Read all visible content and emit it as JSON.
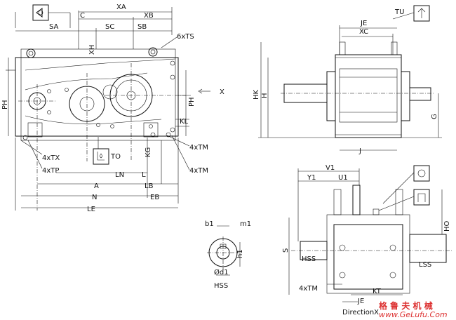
{
  "labels": {
    "xa": "XA",
    "c": "C",
    "xb": "XB",
    "sa": "SA",
    "sc": "SC",
    "sb": "SB",
    "six_ts": "6xTS",
    "xh": "XH",
    "ph": "PH",
    "x": "X",
    "kl": "KL",
    "kg": "KG",
    "four_tm": "4xTM",
    "four_tx": "4xTX",
    "four_tp": "4xTP",
    "to": "TO",
    "ln": "LN",
    "l": "L",
    "a": "A",
    "lb": "LB",
    "n": "N",
    "eb": "EB",
    "le": "LE",
    "je": "JE",
    "tu": "TU",
    "xc": "XC",
    "hk": "HK",
    "h": "H",
    "g": "G",
    "j": "J",
    "v1": "V1",
    "y1": "Y1",
    "u1": "U1",
    "ho": "HO",
    "s": "S",
    "hss": "HSS",
    "lss": "LSS",
    "kt": "KT",
    "direction_x": "DirectionX",
    "b1": "b1",
    "m1": "m1",
    "h1": "h1",
    "od1": "Ød1"
  },
  "watermark": {
    "cn": "格 鲁 夫 机 械",
    "url": "www.GeLufu.Com"
  }
}
